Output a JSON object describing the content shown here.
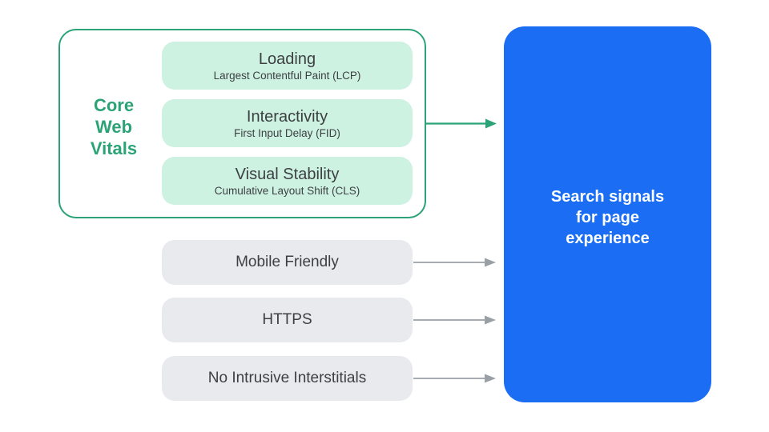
{
  "palette": {
    "green": "#2BA377",
    "mint": "#CEF2E2",
    "pill_gray": "#E8EAED",
    "text_dark": "#3C4043",
    "arrow_gray": "#9AA0A6",
    "blue": "#1B6EF3",
    "white": "#FFFFFF"
  },
  "core_web_vitals": {
    "label": "Core\nWeb\nVitals",
    "pills": [
      {
        "title": "Loading",
        "subtitle": "Largest Contentful Paint (LCP)"
      },
      {
        "title": "Interactivity",
        "subtitle": "First Input Delay (FID)"
      },
      {
        "title": "Visual Stability",
        "subtitle": "Cumulative Layout Shift (CLS)"
      }
    ]
  },
  "other_signals": [
    {
      "label": "Mobile Friendly"
    },
    {
      "label": "HTTPS"
    },
    {
      "label": "No Intrusive Interstitials"
    }
  ],
  "result_box": {
    "label": "Search signals\nfor page\nexperience"
  }
}
